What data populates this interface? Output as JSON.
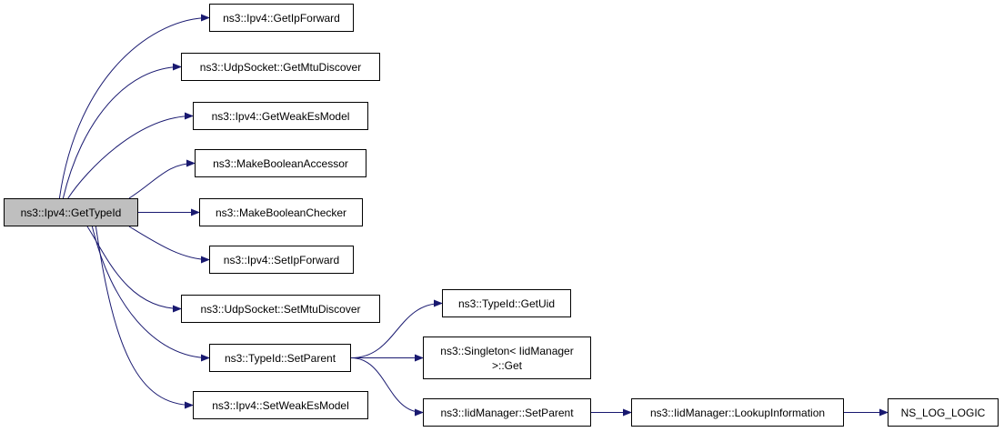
{
  "colors": {
    "edge": "#191970",
    "root_fill": "#bfbfbf",
    "node_fill": "#ffffff",
    "node_border": "#000000"
  },
  "nodes": {
    "get_type_id": {
      "label": "ns3::Ipv4::GetTypeId"
    },
    "get_ip_forward": {
      "label": "ns3::Ipv4::GetIpForward"
    },
    "get_mtu_discover": {
      "label": "ns3::UdpSocket::GetMtuDiscover"
    },
    "get_weak_es_model": {
      "label": "ns3::Ipv4::GetWeakEsModel"
    },
    "make_boolean_accessor": {
      "label": "ns3::MakeBooleanAccessor"
    },
    "make_boolean_checker": {
      "label": "ns3::MakeBooleanChecker"
    },
    "set_ip_forward": {
      "label": "ns3::Ipv4::SetIpForward"
    },
    "set_mtu_discover": {
      "label": "ns3::UdpSocket::SetMtuDiscover"
    },
    "type_id_set_parent": {
      "label": "ns3::TypeId::SetParent"
    },
    "set_weak_es_model": {
      "label": "ns3::Ipv4::SetWeakEsModel"
    },
    "type_id_get_uid": {
      "label": "ns3::TypeId::GetUid"
    },
    "singleton_get": {
      "label1": "ns3::Singleton< IidManager",
      "label2": ">::Get"
    },
    "iid_manager_set_parent": {
      "label": "ns3::IidManager::SetParent"
    },
    "lookup_information": {
      "label": "ns3::IidManager::LookupInformation"
    },
    "ns_log_logic": {
      "label": "NS_LOG_LOGIC"
    }
  },
  "edges": [
    [
      "get_type_id",
      "get_ip_forward"
    ],
    [
      "get_type_id",
      "get_mtu_discover"
    ],
    [
      "get_type_id",
      "get_weak_es_model"
    ],
    [
      "get_type_id",
      "make_boolean_accessor"
    ],
    [
      "get_type_id",
      "make_boolean_checker"
    ],
    [
      "get_type_id",
      "set_ip_forward"
    ],
    [
      "get_type_id",
      "set_mtu_discover"
    ],
    [
      "get_type_id",
      "type_id_set_parent"
    ],
    [
      "get_type_id",
      "set_weak_es_model"
    ],
    [
      "type_id_set_parent",
      "type_id_get_uid"
    ],
    [
      "type_id_set_parent",
      "singleton_get"
    ],
    [
      "type_id_set_parent",
      "iid_manager_set_parent"
    ],
    [
      "iid_manager_set_parent",
      "lookup_information"
    ],
    [
      "lookup_information",
      "ns_log_logic"
    ]
  ]
}
